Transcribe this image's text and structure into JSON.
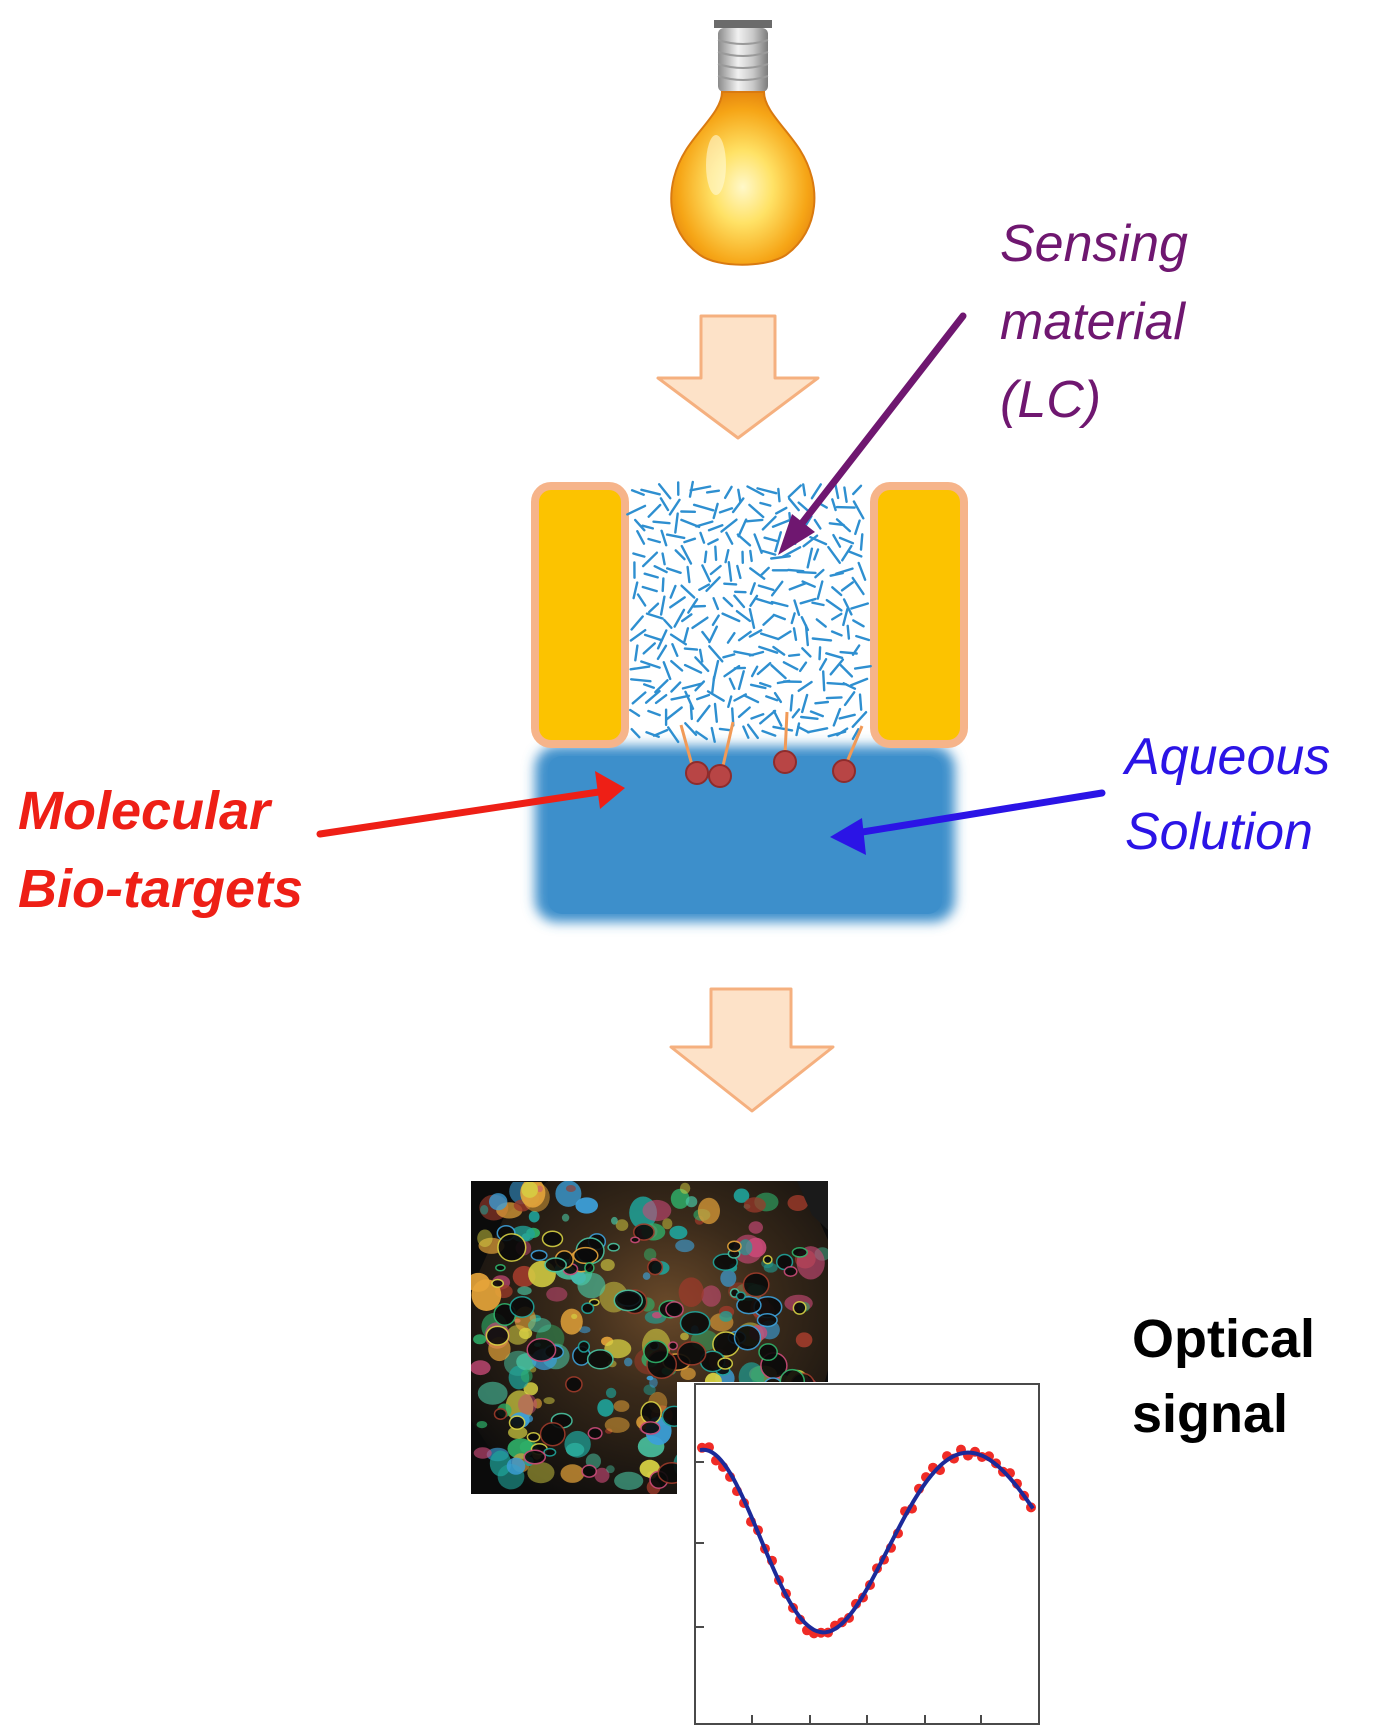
{
  "labels": {
    "sensing_line1": "Sensing",
    "sensing_line2": "material",
    "sensing_line3": "(LC)",
    "aqueous_line1": "Aqueous",
    "aqueous_line2": "Solution",
    "molecular_line1": "Molecular",
    "molecular_line2": "Bio-targets",
    "optical_line1": "Optical",
    "optical_line2": "signal"
  },
  "icons": {
    "light_source": "light-bulb-icon",
    "flow_arrows": "down-arrow-icon",
    "micrograph": "polarized-micrograph-image",
    "signal_plot": "signal-plot"
  },
  "colors": {
    "sensing_label": "#6f1770",
    "aqueous_label": "#2b14e6",
    "molecular_label": "#ee1f16",
    "optical_label": "#000000",
    "electrode": "#fcc300",
    "electrode_border": "#f6b48a",
    "liquid_crystal": "#2e8fd0",
    "aqueous": "#3d8fcb",
    "target": "#b84545",
    "flow_arrow_fill": "#fde2c8",
    "flow_arrow_stroke": "#f5b07f",
    "fit_curve": "#1b2a9a",
    "data_points": "#ef2b26"
  }
}
